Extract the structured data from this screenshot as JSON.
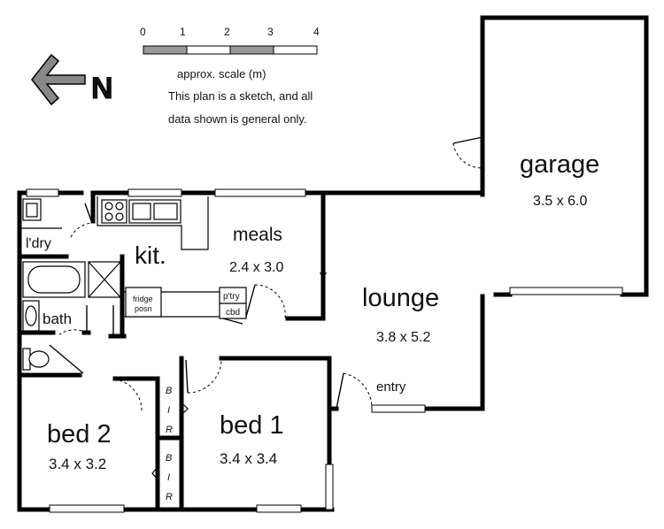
{
  "scale": {
    "ticks": [
      "0",
      "1",
      "2",
      "3",
      "4"
    ],
    "caption": "approx. scale (m)"
  },
  "disclaimer": {
    "line1": "This plan is a sketch, and all",
    "line2": "data shown is general only."
  },
  "north": {
    "label": "N"
  },
  "rooms": {
    "garage": {
      "name": "garage",
      "size": "3.5 x 6.0"
    },
    "meals": {
      "name": "meals",
      "size": "2.4 x 3.0"
    },
    "kitchen": {
      "name": "kit."
    },
    "lounge": {
      "name": "lounge",
      "size": "3.8 x 5.2"
    },
    "laundry": {
      "name": "l'dry"
    },
    "bath": {
      "name": "bath"
    },
    "bed1": {
      "name": "bed 1",
      "size": "3.4 x 3.4"
    },
    "bed2": {
      "name": "bed 2",
      "size": "3.4 x 3.2"
    },
    "entry": {
      "name": "entry"
    }
  },
  "fixtures": {
    "fridge_line1": "fridge",
    "fridge_line2": "posn",
    "pantry": "p'try",
    "cupboard": "cbd",
    "bir_top": [
      "B",
      "I",
      "R"
    ],
    "bir_bottom": [
      "B",
      "I",
      "R"
    ]
  }
}
